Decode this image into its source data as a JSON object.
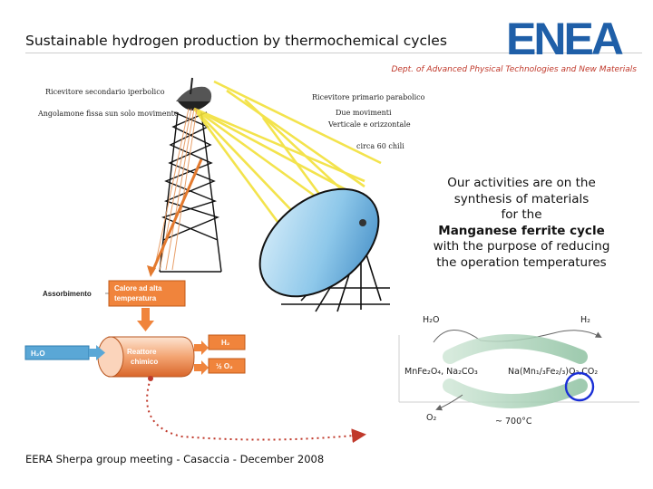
{
  "header": {
    "title": "Sustainable hydrogen production by thermochemical cycles",
    "dept": "Dept. of Advanced Physical Technologies and New Materials",
    "logo_text": "ENEA",
    "logo_color": "#1f5fa8"
  },
  "solar_labels": {
    "secondary_receiver": "Ricevitore secondario iperbolico",
    "fixed_angle": "Angolamone fissa sun solo movimento",
    "primary_receiver": "Ricevitore primario parabolico",
    "two_movements": "Due movimenti",
    "vertical_horizontal": "Verticale e orizzontale",
    "approx": "circa 60 chili"
  },
  "process": {
    "absorption": "Assorbimento",
    "high_temp_heat": "Calore ad alta temperatura",
    "reactor": "Reattore chimico",
    "water_in": "H2O",
    "h2_out": "H2",
    "o2_out": "½ O2"
  },
  "activities": {
    "line1": "Our activities are on the",
    "line2": "synthesis of materials",
    "line3": "for the",
    "line4": "Manganese ferrite cycle",
    "line5": "with the purpose of reducing",
    "line6": "the operation temperatures"
  },
  "cycle": {
    "h2o": "H₂O",
    "h2": "H₂",
    "left_species": "MnFe₂O₄, Na₂CO₃",
    "right_species": "Na(Mn₁/₃Fe₂/₃)O₂,CO₂",
    "o2": "O₂",
    "temp": "~ 700°C"
  },
  "footer": {
    "text": "EERA Sherpa group meeting - Casaccia - December 2008"
  },
  "colors": {
    "accent_red": "#c0392b",
    "orange_box": "#f0843c",
    "blue_box": "#5aa7d6",
    "highlight_circle": "#1a2fd6"
  }
}
